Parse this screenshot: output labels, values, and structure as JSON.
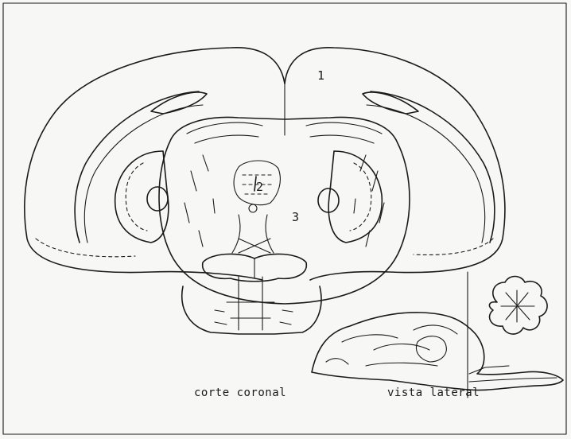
{
  "figure": {
    "region_labels": [
      "1",
      "2",
      "3"
    ],
    "captions": {
      "coronal": "corte coronal",
      "lateral": "vista lateral"
    },
    "colors": {
      "ink": "#1a1a1a",
      "paper": "#f7f7f5"
    }
  }
}
